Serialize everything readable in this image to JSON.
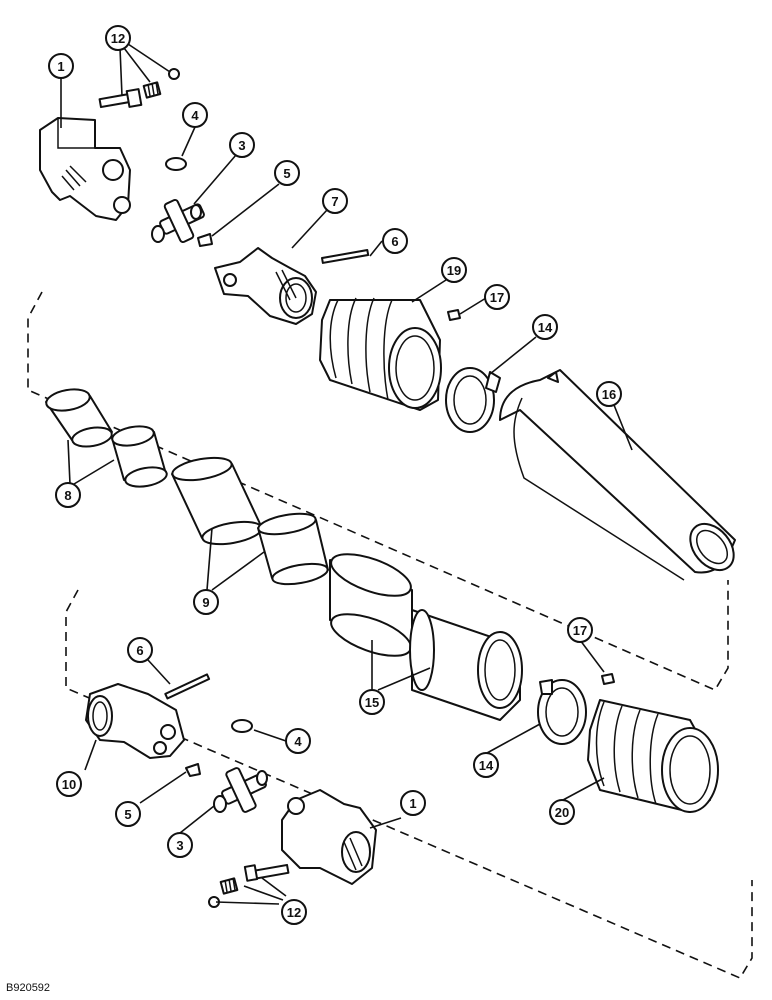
{
  "figure_code": "B920592",
  "callouts": {
    "c1_top": "1",
    "c12_top": "12",
    "c4_top": "4",
    "c3_top": "3",
    "c5_top": "5",
    "c7": "7",
    "c6_top": "6",
    "c19": "19",
    "c17_top": "17",
    "c14_top": "14",
    "c16": "16",
    "c8": "8",
    "c9": "9",
    "c6_bottom": "6",
    "c15": "15",
    "c17_bottom": "17",
    "c4_bottom": "4",
    "c10": "10",
    "c5_bottom": "5",
    "c3_bottom": "3",
    "c1_bottom": "1",
    "c14_bottom": "14",
    "c20": "20",
    "c12_bottom": "12"
  }
}
